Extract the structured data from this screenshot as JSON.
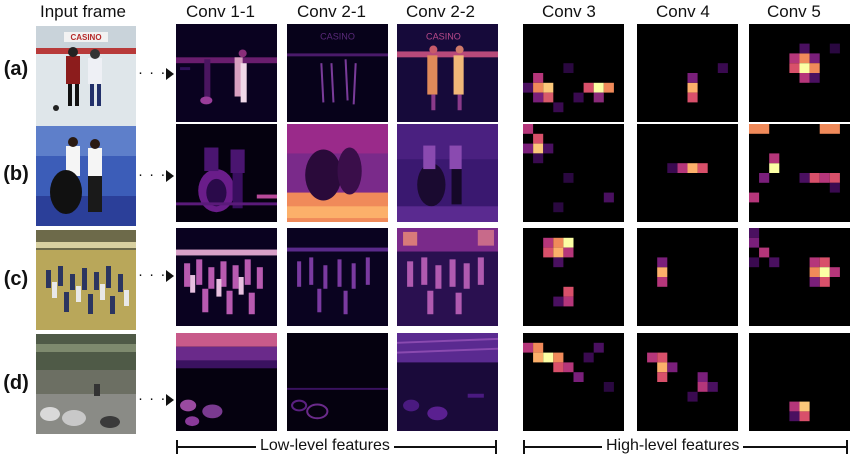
{
  "header": {
    "input_frame": "Input frame",
    "columns": [
      "Conv 1-1",
      "Conv 2-1",
      "Conv 2-2",
      "Conv 3",
      "Conv 4",
      "Conv 5"
    ]
  },
  "rows": [
    {
      "label": "(a)",
      "dots": "· · ·",
      "banner": "CASINO"
    },
    {
      "label": "(b)",
      "dots": "· · ·"
    },
    {
      "label": "(c)",
      "dots": "· · ·"
    },
    {
      "label": "(d)",
      "dots": "· · ·"
    }
  ],
  "footer": {
    "low_label": "Low-level features",
    "high_label": "High-level features"
  },
  "colors": {
    "heat_low": "#1b0c41",
    "heat_mid": "#b5367a",
    "heat_high": "#fcffa4",
    "ice_rink": "#dfe6ea",
    "gym_floor": "#b9a75a"
  }
}
